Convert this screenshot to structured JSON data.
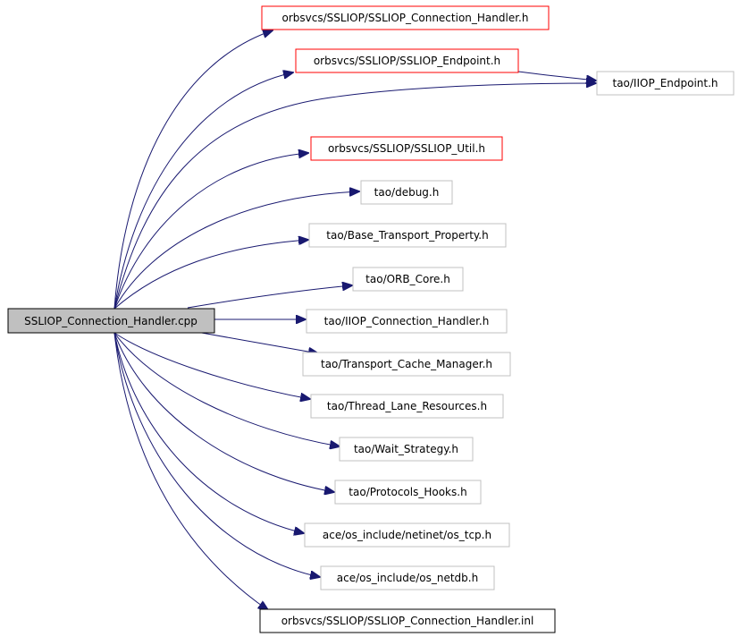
{
  "colors": {
    "edge": "#191970",
    "root_fill": "#c0c0c0",
    "root_border": "#000000",
    "missing_border": "#ff0000",
    "normal_border": "#c0c0c0",
    "documented_border": "#000000"
  },
  "root": {
    "label": "SSLIOP_Connection_Handler.cpp"
  },
  "nodes": [
    {
      "id": "n1",
      "label": "orbsvcs/SSLIOP/SSLIOP_Connection_Handler.h",
      "style": "missing"
    },
    {
      "id": "n2",
      "label": "orbsvcs/SSLIOP/SSLIOP_Endpoint.h",
      "style": "missing"
    },
    {
      "id": "n3",
      "label": "tao/IIOP_Endpoint.h",
      "style": "normal"
    },
    {
      "id": "n4",
      "label": "orbsvcs/SSLIOP/SSLIOP_Util.h",
      "style": "missing"
    },
    {
      "id": "n5",
      "label": "tao/debug.h",
      "style": "normal"
    },
    {
      "id": "n6",
      "label": "tao/Base_Transport_Property.h",
      "style": "normal"
    },
    {
      "id": "n7",
      "label": "tao/ORB_Core.h",
      "style": "normal"
    },
    {
      "id": "n8",
      "label": "tao/IIOP_Connection_Handler.h",
      "style": "normal"
    },
    {
      "id": "n9",
      "label": "tao/Transport_Cache_Manager.h",
      "style": "normal"
    },
    {
      "id": "n10",
      "label": "tao/Thread_Lane_Resources.h",
      "style": "normal"
    },
    {
      "id": "n11",
      "label": "tao/Wait_Strategy.h",
      "style": "normal"
    },
    {
      "id": "n12",
      "label": "tao/Protocols_Hooks.h",
      "style": "normal"
    },
    {
      "id": "n13",
      "label": "ace/os_include/netinet/os_tcp.h",
      "style": "normal"
    },
    {
      "id": "n14",
      "label": "ace/os_include/os_netdb.h",
      "style": "normal"
    },
    {
      "id": "n15",
      "label": "orbsvcs/SSLIOP/SSLIOP_Connection_Handler.inl",
      "style": "documented"
    }
  ],
  "edges": [
    {
      "from": "root",
      "to": "n1"
    },
    {
      "from": "root",
      "to": "n2"
    },
    {
      "from": "root",
      "to": "n3"
    },
    {
      "from": "n2",
      "to": "n3"
    },
    {
      "from": "root",
      "to": "n4"
    },
    {
      "from": "root",
      "to": "n5"
    },
    {
      "from": "root",
      "to": "n6"
    },
    {
      "from": "root",
      "to": "n7"
    },
    {
      "from": "root",
      "to": "n8"
    },
    {
      "from": "root",
      "to": "n9"
    },
    {
      "from": "root",
      "to": "n10"
    },
    {
      "from": "root",
      "to": "n11"
    },
    {
      "from": "root",
      "to": "n12"
    },
    {
      "from": "root",
      "to": "n13"
    },
    {
      "from": "root",
      "to": "n14"
    },
    {
      "from": "root",
      "to": "n15"
    }
  ]
}
